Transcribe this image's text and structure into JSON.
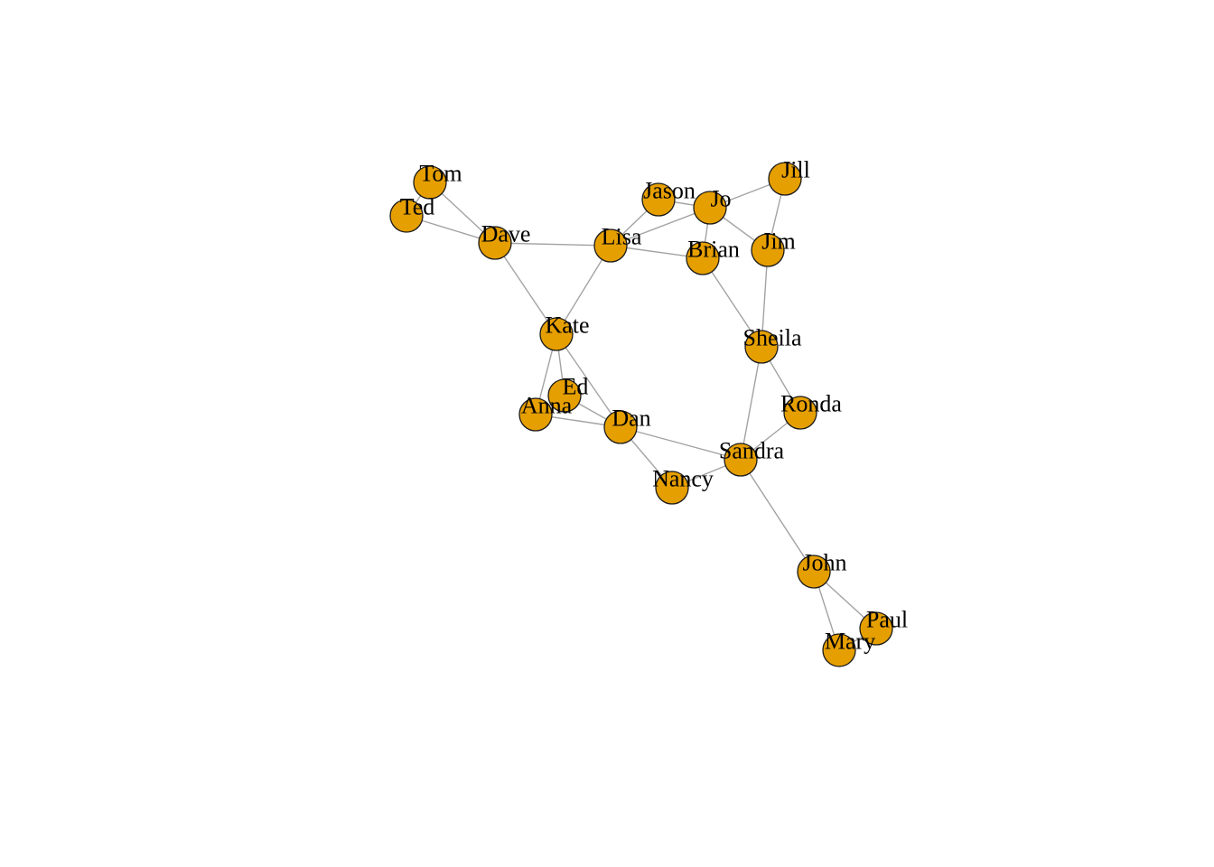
{
  "style": {
    "node_fill": "#E69F00",
    "node_stroke": "#1a1a1a",
    "edge_color": "#a3a3a3",
    "label_color": "#000000"
  },
  "nodes": [
    {
      "id": "Tom",
      "label": "Tom"
    },
    {
      "id": "Ted",
      "label": "Ted"
    },
    {
      "id": "Dave",
      "label": "Dave"
    },
    {
      "id": "Jason",
      "label": "Jason"
    },
    {
      "id": "Jo",
      "label": "Jo"
    },
    {
      "id": "Jill",
      "label": "Jill"
    },
    {
      "id": "Lisa",
      "label": "Lisa"
    },
    {
      "id": "Brian",
      "label": "Brian"
    },
    {
      "id": "Jim",
      "label": "Jim"
    },
    {
      "id": "Kate",
      "label": "Kate"
    },
    {
      "id": "Sheila",
      "label": "Sheila"
    },
    {
      "id": "Ed",
      "label": "Ed"
    },
    {
      "id": "Anna",
      "label": "Anna"
    },
    {
      "id": "Dan",
      "label": "Dan"
    },
    {
      "id": "Ronda",
      "label": "Ronda"
    },
    {
      "id": "Sandra",
      "label": "Sandra"
    },
    {
      "id": "Nancy",
      "label": "Nancy"
    },
    {
      "id": "John",
      "label": "John"
    },
    {
      "id": "Paul",
      "label": "Paul"
    },
    {
      "id": "Mary",
      "label": "Mary"
    }
  ],
  "edges": [
    [
      "Tom",
      "Ted"
    ],
    [
      "Tom",
      "Dave"
    ],
    [
      "Ted",
      "Dave"
    ],
    [
      "Dave",
      "Lisa"
    ],
    [
      "Dave",
      "Kate"
    ],
    [
      "Lisa",
      "Jason"
    ],
    [
      "Lisa",
      "Jo"
    ],
    [
      "Lisa",
      "Brian"
    ],
    [
      "Lisa",
      "Kate"
    ],
    [
      "Jason",
      "Jo"
    ],
    [
      "Jo",
      "Jill"
    ],
    [
      "Jo",
      "Jim"
    ],
    [
      "Jo",
      "Brian"
    ],
    [
      "Jill",
      "Jim"
    ],
    [
      "Jim",
      "Sheila"
    ],
    [
      "Brian",
      "Sheila"
    ],
    [
      "Sheila",
      "Ronda"
    ],
    [
      "Sheila",
      "Sandra"
    ],
    [
      "Kate",
      "Ed"
    ],
    [
      "Kate",
      "Anna"
    ],
    [
      "Kate",
      "Dan"
    ],
    [
      "Ed",
      "Anna"
    ],
    [
      "Ed",
      "Dan"
    ],
    [
      "Anna",
      "Dan"
    ],
    [
      "Dan",
      "Nancy"
    ],
    [
      "Dan",
      "Sandra"
    ],
    [
      "Nancy",
      "Sandra"
    ],
    [
      "Ronda",
      "Sandra"
    ],
    [
      "Sandra",
      "John"
    ],
    [
      "John",
      "Mary"
    ],
    [
      "John",
      "Paul"
    ],
    [
      "Mary",
      "Paul"
    ]
  ]
}
